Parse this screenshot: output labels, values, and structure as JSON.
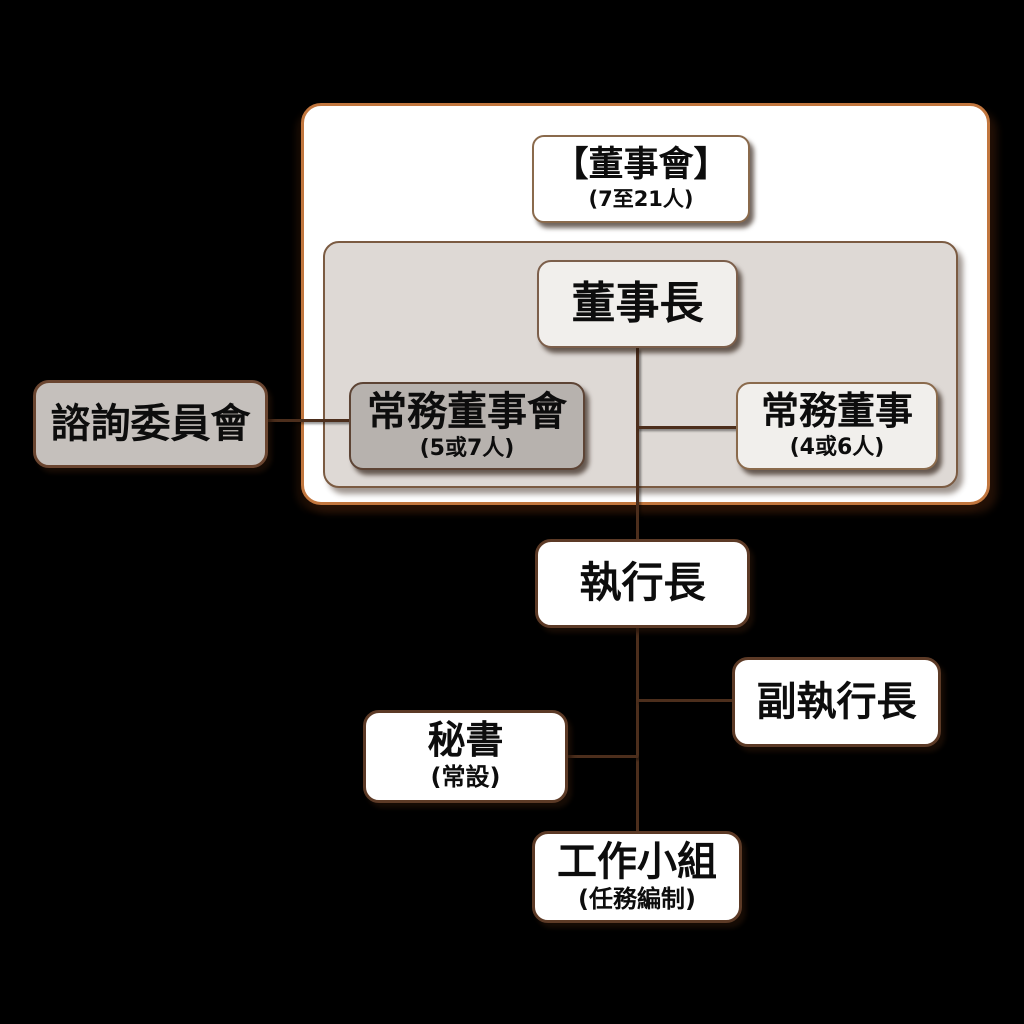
{
  "colors": {
    "background": "#000000",
    "outer_frame_fill": "#FFFFFF",
    "outer_frame_border": "#C1763E",
    "panel_fill": "#DED9D5",
    "panel_border": "#7B5B42",
    "connector": "#4C2E1C",
    "gray_node_fill": "#B7B2AE",
    "advisory_node_fill": "#C5C0BC",
    "light_node_fill": "#F1EFEC",
    "white_node_fill": "#FFFFFF",
    "text": "#0D0D0D"
  },
  "nodes": {
    "board": {
      "title": "【董事會】",
      "subtitle": "(7至21人)"
    },
    "chairman": {
      "title": "董事長"
    },
    "standing_board": {
      "title": "常務董事會",
      "subtitle": "(5或7人)"
    },
    "standing_directors": {
      "title": "常務董事",
      "subtitle": "(4或6人)"
    },
    "advisory_committee": {
      "title": "諮詢委員會"
    },
    "ceo": {
      "title": "執行長"
    },
    "deputy_ceo": {
      "title": "副執行長"
    },
    "secretary": {
      "title": "秘書",
      "subtitle": "(常設)"
    },
    "task_force": {
      "title": "工作小組",
      "subtitle": "(任務編制)"
    }
  },
  "edges": [
    {
      "from": "chairman",
      "to": "ceo"
    },
    {
      "from": "chairman",
      "to": "standing_directors"
    },
    {
      "from": "advisory_committee",
      "to": "standing_board"
    },
    {
      "from": "ceo",
      "to": "deputy_ceo"
    },
    {
      "from": "ceo",
      "to": "secretary"
    },
    {
      "from": "ceo",
      "to": "task_force"
    }
  ]
}
